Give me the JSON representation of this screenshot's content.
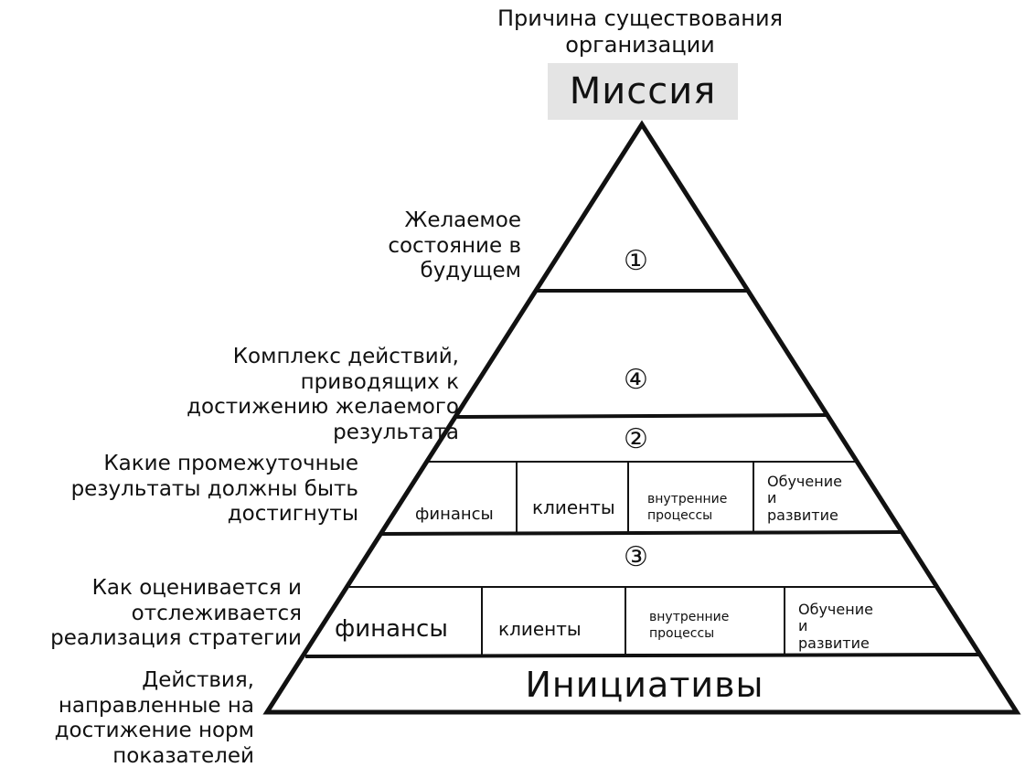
{
  "top_caption": [
    "Причина существования",
    "организации"
  ],
  "mission_label": "Миссия",
  "side_labels": {
    "vision": [
      "Желаемое",
      "состояние в",
      "будущем"
    ],
    "strategy": [
      "Комплекс действий,",
      "приводящих к",
      "достижению желаемого",
      "результата"
    ],
    "goals": [
      "Какие промежуточные",
      "результаты должны быть",
      "достигнуты"
    ],
    "kpi": [
      "Как оценивается и",
      "отслеживается",
      "реализация стратегии"
    ],
    "initiatives": [
      "Действия,",
      "направленные на",
      "достижение норм",
      "показателей"
    ]
  },
  "level_markers": {
    "level1": "①",
    "level4": "④",
    "level2": "②",
    "level3": "③"
  },
  "goal_cells": [
    "финансы",
    "клиенты",
    [
      "внутренние",
      "процессы"
    ],
    [
      "Обучение",
      "и",
      "развитие"
    ]
  ],
  "kpi_cells": [
    "финансы",
    "клиенты",
    [
      "внутренние",
      "процессы"
    ],
    [
      "Обучение",
      "и",
      "развитие"
    ]
  ],
  "base_label": "Инициативы"
}
